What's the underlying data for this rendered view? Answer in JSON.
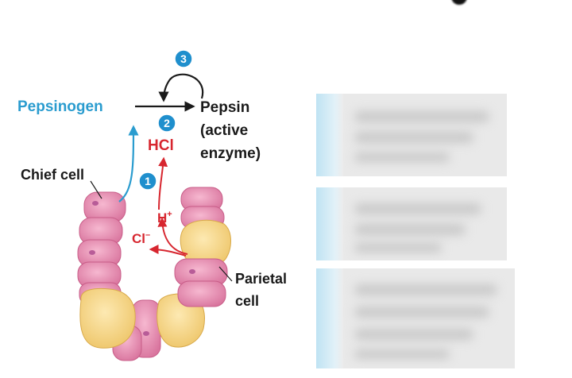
{
  "labels": {
    "pepsinogen": "Pepsinogen",
    "pepsin_line1": "Pepsin",
    "pepsin_line2": "(active",
    "pepsin_line3": "enzyme)",
    "hcl": "HCl",
    "h_plus": "H",
    "h_plus_sup": "+",
    "cl_minus": "Cl",
    "cl_minus_sup": "–",
    "chief_cell": "Chief cell",
    "parietal_line1": "Parietal",
    "parietal_line2": "cell"
  },
  "steps": [
    "1",
    "2",
    "3"
  ],
  "colors": {
    "pepsinogen_blue": "#2a9ccf",
    "acid_red": "#d7262f",
    "step_badge": "#1f8fcd",
    "chief_pink": "#e98fb3",
    "parietal_yellow": "#f7d98a",
    "text_dark": "#1a1a1a"
  }
}
